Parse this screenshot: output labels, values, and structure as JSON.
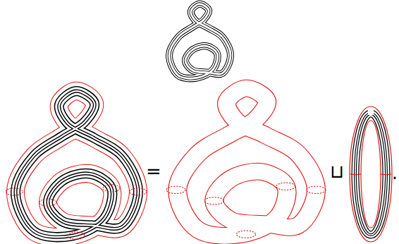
{
  "diagram": {
    "labels": [
      "=",
      "⊔",
      "."
    ]
  }
}
